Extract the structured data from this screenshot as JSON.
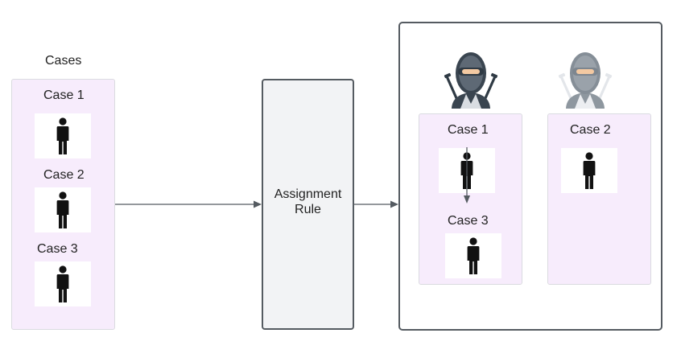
{
  "cases_panel": {
    "title": "Cases",
    "items": [
      {
        "label": "Case 1",
        "icon": "person-icon"
      },
      {
        "label": "Case 2",
        "icon": "person-icon"
      },
      {
        "label": "Case 3",
        "icon": "person-icon"
      }
    ]
  },
  "rule": {
    "line1": "Assignment",
    "line2": "Rule"
  },
  "agents": [
    {
      "icon": "ninja-agent-icon",
      "cases": [
        {
          "label": "Case 1",
          "icon": "person-icon"
        },
        {
          "label": "Case 3",
          "icon": "person-icon"
        }
      ]
    },
    {
      "icon": "ninja-agent-icon",
      "cases": [
        {
          "label": "Case 2",
          "icon": "person-icon"
        }
      ]
    }
  ],
  "colors": {
    "panel_fill": "#f7ecfc",
    "panel_border": "#dadbe0",
    "box_border": "#555b61",
    "rule_fill": "#f2f3f5",
    "arrow": "#555b61"
  }
}
